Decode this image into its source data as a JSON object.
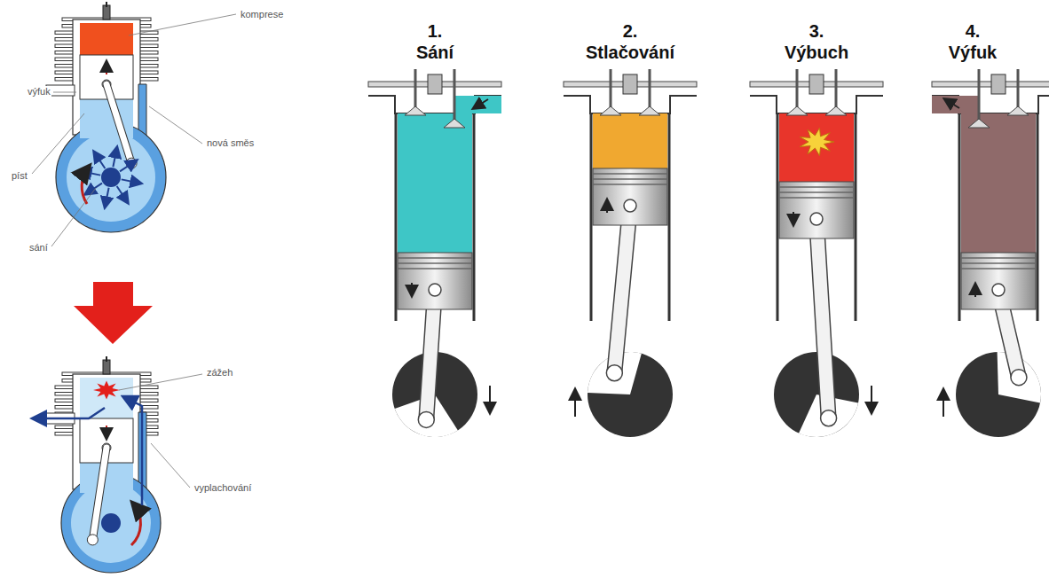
{
  "diagram": {
    "labels": [
      "komprese",
      "výfuk",
      "nová směs",
      "píst",
      "sání",
      "zážeh",
      "vyplachování",
      "1.",
      "Sání",
      "2.",
      "Stlačování",
      "3.",
      "Výbuch",
      "4.",
      "Výfuk"
    ]
  }
}
